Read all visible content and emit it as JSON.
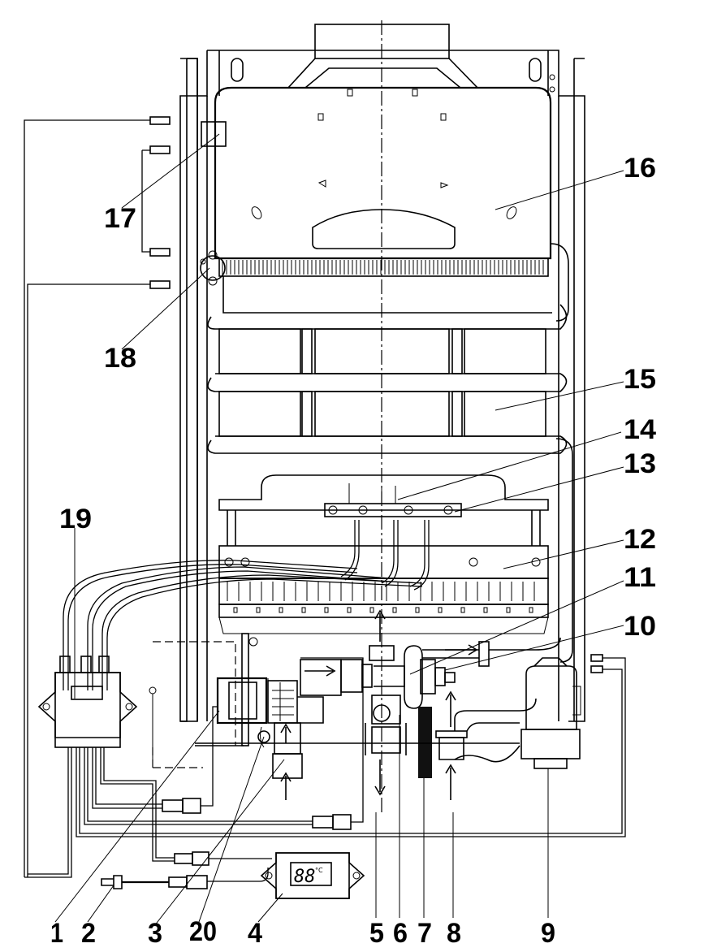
{
  "callouts": {
    "c1": "1",
    "c2": "2",
    "c3": "3",
    "c20": "20",
    "c4": "4",
    "c5": "5",
    "c6": "6",
    "c7": "7",
    "c8": "8",
    "c9": "9",
    "c10": "10",
    "c11": "11",
    "c12": "12",
    "c13": "13",
    "c14": "14",
    "c15": "15",
    "c16": "16",
    "c17": "17",
    "c18": "18",
    "c19": "19"
  },
  "display": {
    "digits": "88",
    "unit": "°C"
  }
}
